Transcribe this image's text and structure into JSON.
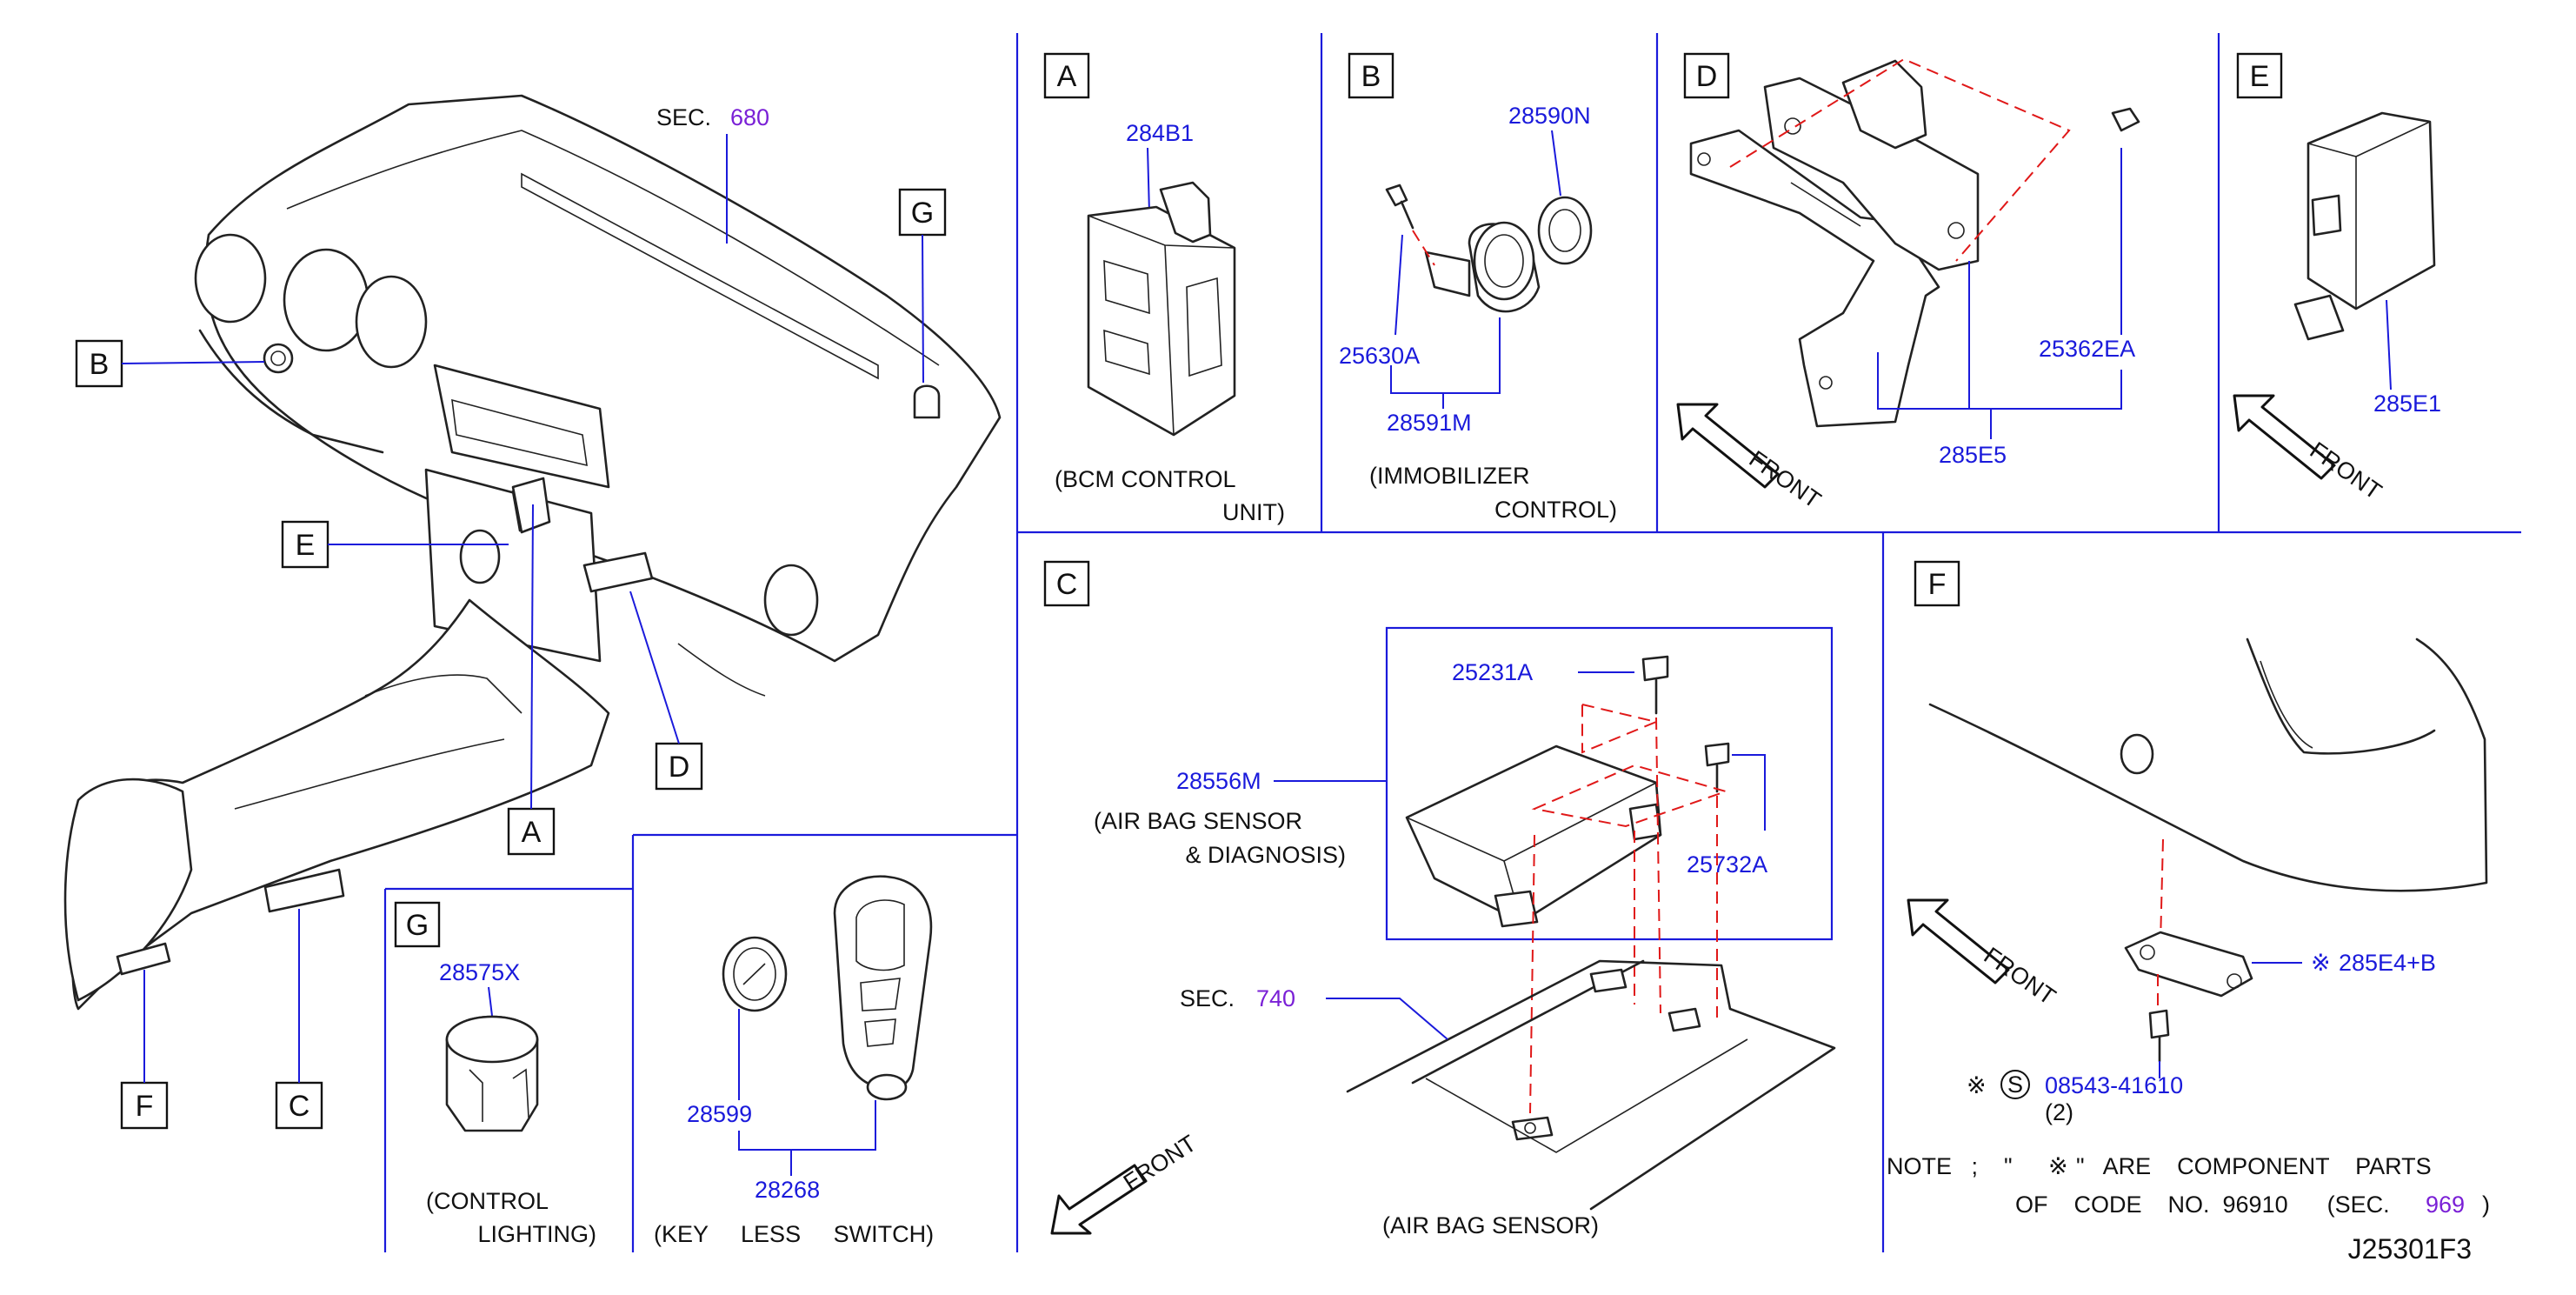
{
  "colors": {
    "part_number": "#1a1adb",
    "section_ref": "#7a20d6",
    "frame": "#1a1adb",
    "dashed": "#e01818",
    "text": "#111111"
  },
  "main": {
    "sec_label": "SEC.",
    "sec_num": "680",
    "callouts": {
      "A": "A",
      "B": "B",
      "C": "C",
      "D": "D",
      "E": "E",
      "F": "F",
      "G": "G"
    }
  },
  "panel_a": {
    "letter": "A",
    "part": "284B1",
    "desc_line1": "(BCM   CONTROL",
    "desc_line2": "UNIT)"
  },
  "panel_b": {
    "letter": "B",
    "part_ring": "28590N",
    "part_screw": "25630A",
    "part_assy": "28591M",
    "desc_line1": "(IMMOBILIZER",
    "desc_line2": "CONTROL)"
  },
  "panel_d": {
    "letter": "D",
    "part_clip": "25362EA",
    "part_bracket": "285E5",
    "front": "FRONT"
  },
  "panel_e": {
    "letter": "E",
    "part": "285E1",
    "front": "FRONT"
  },
  "panel_c": {
    "letter": "C",
    "part_bolt1": "25231A",
    "part_bolt2": "25732A",
    "part_sensor": "28556M",
    "desc_line1": "(AIR  BAG  SENSOR",
    "desc_line2": "&   DIAGNOSIS)",
    "sec_label": "SEC.",
    "sec_num": "740",
    "front": "FRONT",
    "caption": "(AIR   BAG   SENSOR)"
  },
  "panel_f": {
    "letter": "F",
    "front": "FRONT",
    "part_unit": "285E4+B",
    "part_screw": "08543-41610",
    "qty": "(2)",
    "mark": "※",
    "s_mark": "S",
    "note_line1_a": "NOTE   ;    \"",
    "note_line1_b": "\"   ARE    COMPONENT    PARTS",
    "note_line2_a": "OF    CODE    NO.  96910      (SEC.",
    "note_sec": "969",
    "note_line2_b": ")"
  },
  "panel_g": {
    "letter": "G",
    "part": "28575X",
    "desc_line1": "(CONTROL",
    "desc_line2": "LIGHTING)"
  },
  "panel_key": {
    "part_battery": "28599",
    "part_fob": "28268",
    "desc": "(KEY     LESS     SWITCH)"
  },
  "drawing_id": "J25301F3"
}
